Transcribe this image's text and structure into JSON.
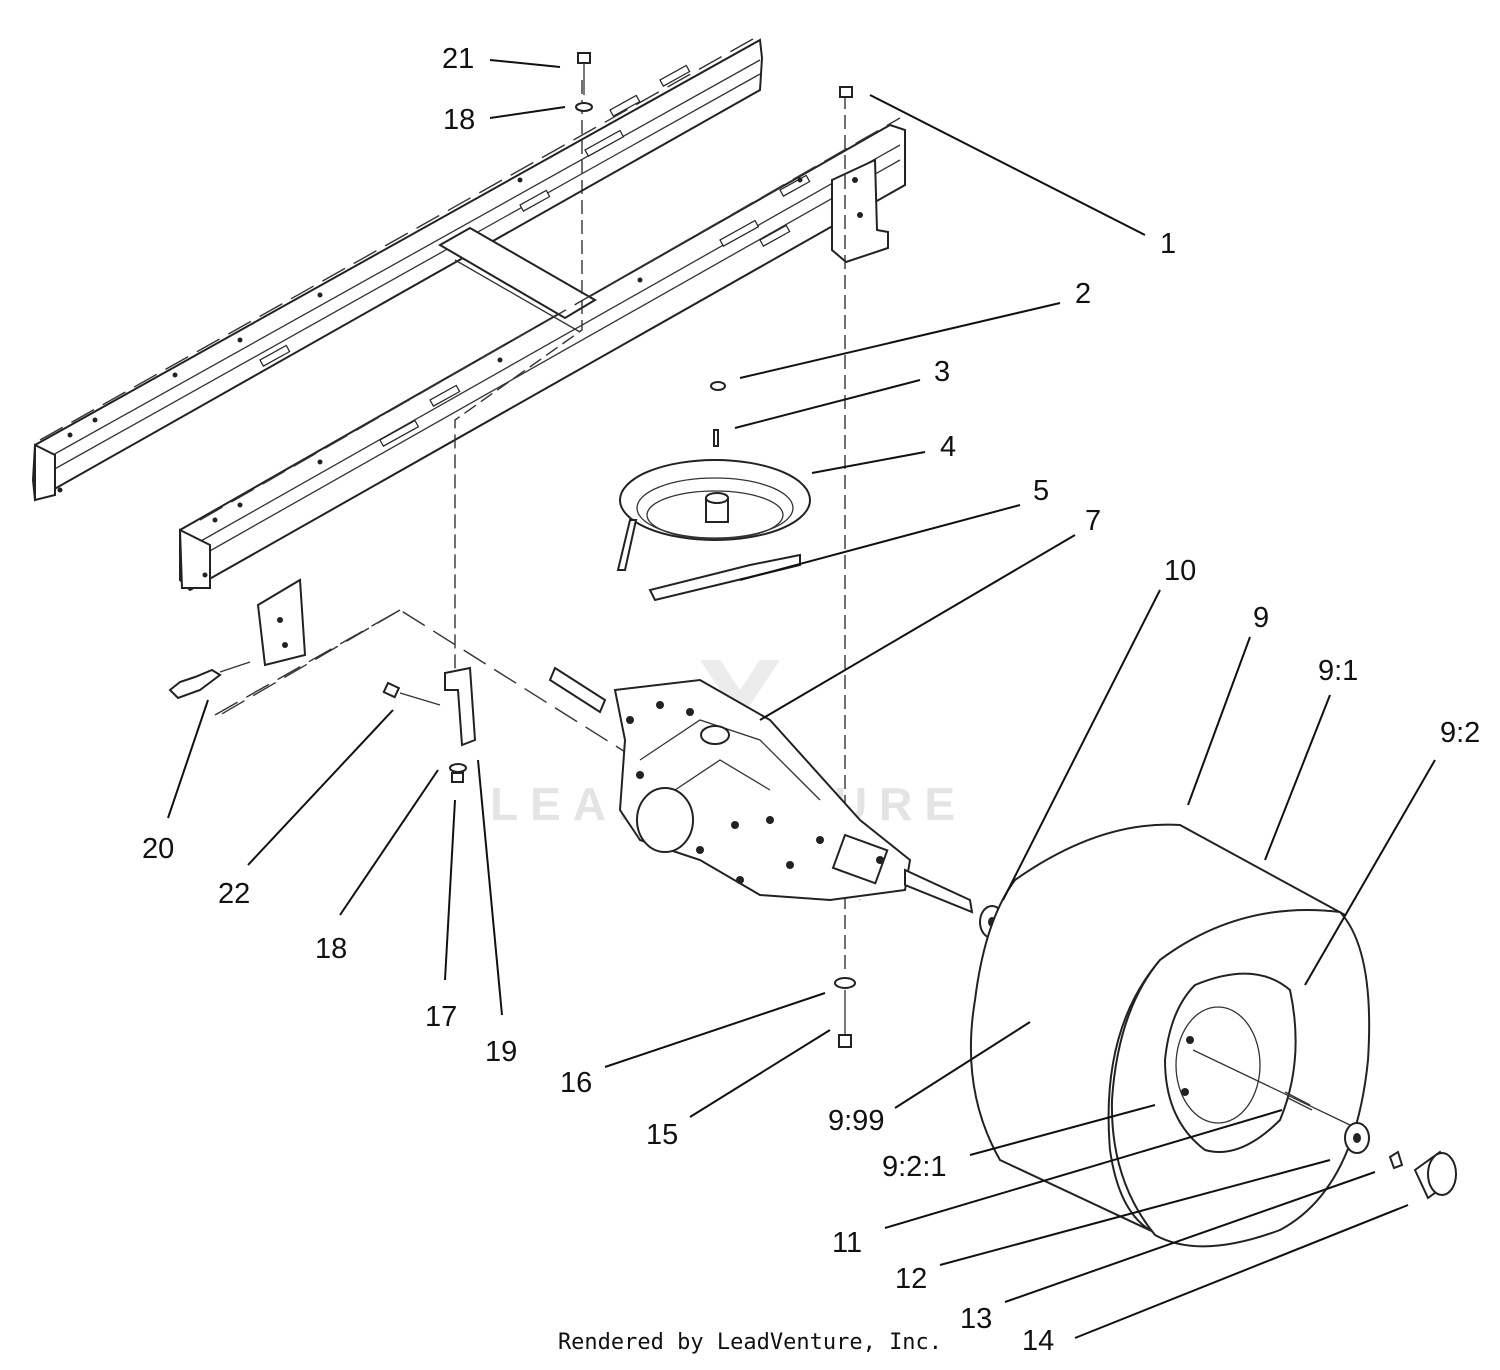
{
  "callouts": {
    "c1": "1",
    "c2": "2",
    "c3": "3",
    "c4": "4",
    "c5": "5",
    "c7": "7",
    "c9": "9",
    "c9_1": "9:1",
    "c9_2": "9:2",
    "c9_2_1": "9:2:1",
    "c9_99": "9:99",
    "c10": "10",
    "c11": "11",
    "c12": "12",
    "c13": "13",
    "c14": "14",
    "c15": "15",
    "c16": "16",
    "c17": "17",
    "c18a": "18",
    "c18b": "18",
    "c19": "19",
    "c20": "20",
    "c21": "21",
    "c22": "22"
  },
  "watermark": "LEADVENTURE",
  "footer": "Rendered by LeadVenture, Inc."
}
